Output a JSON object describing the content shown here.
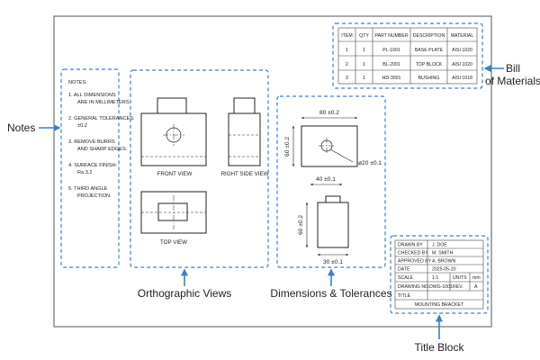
{
  "labels": {
    "notes": "Notes",
    "bom": [
      "Bill",
      "of Materials"
    ],
    "orthographic": "Orthographic Views",
    "dimensions": "Dimensions & Tolerances",
    "title_block": "Title Block"
  },
  "notes": {
    "heading": "NOTES:",
    "items": [
      [
        "1.  ALL DIMENSIONS",
        "ARE IN MILLIMETERS."
      ],
      [
        "2.  GENERAL TOLERANCES:",
        "±0.2"
      ],
      [
        "3.  REMOVE BURRS",
        "AND SHARP EDGES."
      ],
      [
        "4.  SURFACE FINISH:",
        "Ra 3.2"
      ],
      [
        "5.  THIRD ANGLE",
        "PROJECTION."
      ]
    ]
  },
  "views": {
    "front": "FRONT VIEW",
    "right": "RIGHT SIDE VIEW",
    "top": "TOP VIEW"
  },
  "dimensions": {
    "width_top": "80 ±0.2",
    "height_left": "60 ±0.2",
    "hole_dia": "ø20 ±0.1",
    "hole_pos": "40 ±0.1",
    "side_height": "60 ±0.2",
    "side_width": "30 ±0.1"
  },
  "bom": {
    "headers": [
      "ITEM",
      "QTY",
      "PART NUMBER",
      "DESCRIPTION",
      "MATERIAL"
    ],
    "rows": [
      [
        "1",
        "1",
        "PL-1001",
        "BASE PLATE",
        "AISI 1020"
      ],
      [
        "2",
        "1",
        "BL-2001",
        "TOP BLOCK",
        "AISI 1020"
      ],
      [
        "3",
        "1",
        "HD-3001",
        "BUSHING",
        "AISI 1018"
      ]
    ]
  },
  "title_block": {
    "drawn_by": [
      "DRAWN BY",
      "J. DOE"
    ],
    "checked_by": [
      "CHECKED BY",
      "M. SMITH"
    ],
    "approved_by": [
      "APPROVED BY",
      "A. BROWN"
    ],
    "date": [
      "DATE",
      "2025-05-20"
    ],
    "scale": [
      "SCALE",
      "1:1"
    ],
    "units": [
      "UNITS",
      "mm"
    ],
    "drawing_no": [
      "DRAWING NO.",
      "DWG-1001"
    ],
    "rev": [
      "REV.",
      "A"
    ],
    "title": [
      "TITLE",
      "MOUNTING BRACKET"
    ]
  },
  "colors": {
    "callout_blue": "#3b7fd0",
    "line": "#222222"
  }
}
